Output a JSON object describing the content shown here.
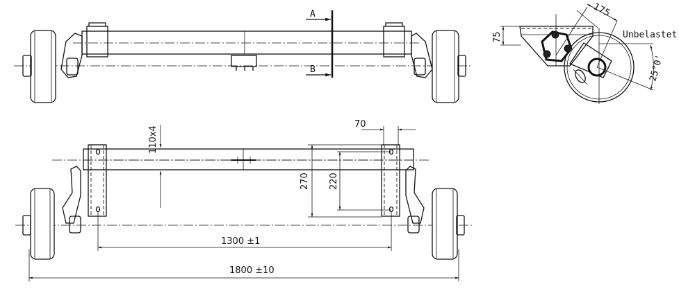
{
  "drawing": {
    "section_labels": {
      "a": "A",
      "b": "B"
    },
    "side_view": {
      "width_dim": "175",
      "height_dim": "75",
      "state_label": "Unbelastet",
      "angle_dim": "25°0'"
    },
    "plan_view": {
      "plate_width_dim": "70",
      "tube_dim": "110x4",
      "plate_length_dim": "270",
      "hole_spacing_dim": "220",
      "plate_spacing_dim": "1300 ±1",
      "overall_width_dim": "1800 ±10"
    }
  }
}
